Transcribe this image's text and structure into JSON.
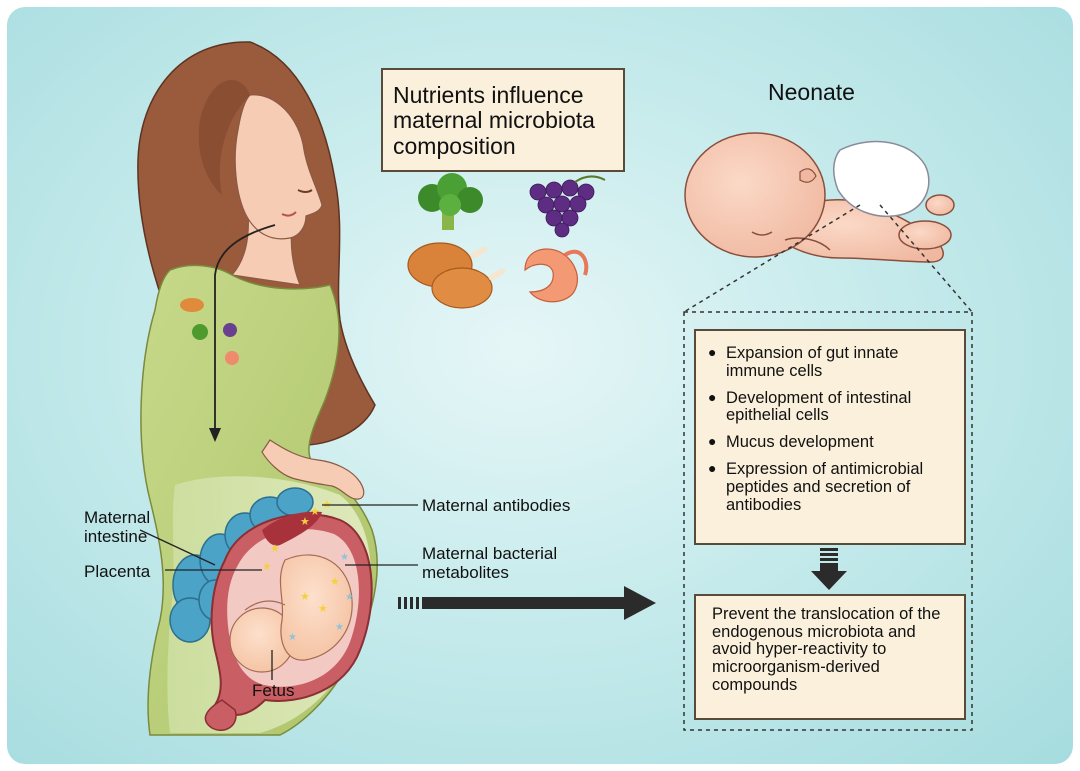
{
  "nutrients_box": {
    "lines": [
      "Nutrients influence",
      "maternal microbiota",
      "composition"
    ]
  },
  "neonate_title": "Neonate",
  "effects": [
    "Expansion of gut innate immune cells",
    "Development of intestinal epithelial cells",
    "Mucus development",
    "Expression of antimicrobial peptides and secretion of antibodies"
  ],
  "outcome": "Prevent the translocation of the endogenous microbiota and avoid hyper-reactivity to microorganism-derived compounds",
  "labels": {
    "maternal_antibodies": "Maternal antibodies",
    "maternal_bacterial_metabolites": [
      "Maternal bacterial",
      "metabolites"
    ],
    "maternal_intestine": [
      "Maternal",
      "intestine"
    ],
    "placenta": "Placenta",
    "fetus": "Fetus"
  },
  "icons": [
    "broccoli-icon",
    "grapes-icon",
    "chicken-drumstick-icon",
    "shrimp-icon"
  ],
  "colors": {
    "background": "#b8e3e5",
    "box_fill": "#fbf0dc",
    "box_border": "#5a4a3a",
    "hair": "#9a5a3c",
    "skin": "#f6cdb4",
    "dress": "#bfd27e",
    "intestine": "#4ba3c7",
    "uterus": "#c95f64",
    "arrow": "#333333"
  }
}
